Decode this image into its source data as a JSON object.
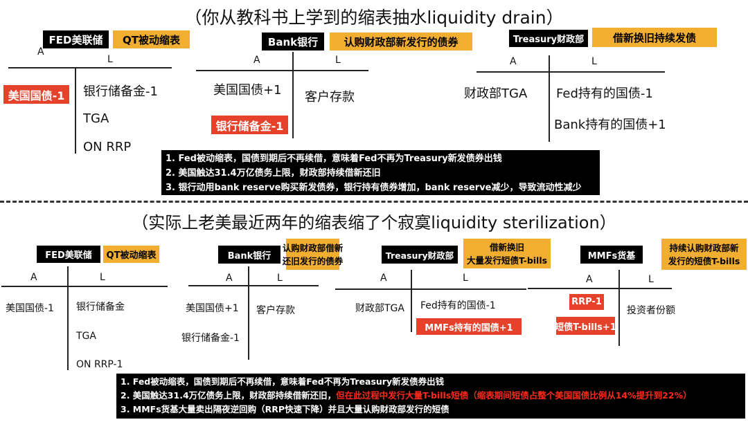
{
  "top": {
    "title": "（你从教科书上学到的缩表抽水liquidity drain）",
    "fed": {
      "name": "FED美联储",
      "tag": "QT被动缩表",
      "a": "A",
      "l": "L",
      "assets": [
        "美国国债-1"
      ],
      "liabilities": [
        "银行储备金-1",
        "TGA",
        "ON RRP"
      ]
    },
    "bank": {
      "name": "Bank银行",
      "tag": "认购财政部新发行的债券",
      "a": "A",
      "l": "L",
      "assets": [
        "美国国债+1",
        "银行储备金-1"
      ],
      "liabilities": [
        "客户存款"
      ]
    },
    "treasury": {
      "name": "Treasury财政部",
      "tag": "借新换旧持续发债",
      "a": "A",
      "l": "L",
      "assets": [
        "财政部TGA"
      ],
      "liabilities": [
        "Fed持有的国债-1",
        "Bank持有的国债+1"
      ]
    },
    "notes": [
      "1. Fed被动缩表，国债到期后不再续借，意味着Fed不再为Treasury新发债券出钱",
      "2. 美国触达31.4万亿债务上限，财政部持续借新还旧",
      "3. 银行动用bank reserve购买新发债券，银行持有债券增加，bank reserve减少，导致流动性减少"
    ]
  },
  "bottom": {
    "title": "（实际上老美最近两年的缩表缩了个寂寞liquidity sterilization）",
    "fed": {
      "name": "FED美联储",
      "tag": "QT被动缩表",
      "a": "A",
      "l": "L",
      "assets": [
        "美国国债-1"
      ],
      "liabilities": [
        "银行储备金",
        "TGA",
        "ON RRP-1"
      ]
    },
    "bank": {
      "name": "Bank银行",
      "tag1": "认购财政部借新",
      "tag2": "还旧发行的债券",
      "a": "A",
      "l": "L",
      "assets": [
        "美国国债+1",
        "银行储备金-1"
      ],
      "liabilities": [
        "客户存款"
      ]
    },
    "treasury": {
      "name": "Treasury财政部",
      "tag1": "借新换旧",
      "tag2": "大量发行短债T-bills",
      "a": "A",
      "l": "L",
      "assets": [
        "财政部TGA"
      ],
      "liabilities": [
        "Fed持有的国债-1",
        "MMFs持有的国债+1"
      ]
    },
    "mmfs": {
      "name": "MMFs货基",
      "tag1": "持续认购财政部新",
      "tag2": "发行的短债T-bills",
      "a": "A",
      "l": "L",
      "assets": [
        "RRP-1",
        "短债T-bills+1"
      ],
      "liabilities": [
        "投资者份额"
      ]
    },
    "notes": {
      "n1": "1. Fed被动缩表，国债到期后不再续借，意味着Fed不再为Treasury新发债券出钱",
      "n2a": "2. 美国触达31.4万亿债务上限，财政部持续借新还旧，",
      "n2b": "但在此过程中发行大量T-bills短债（缩表期间短债占整个美国国债比例从14%提升到22%）",
      "n3": "3. MMFs货基大量卖出隔夜逆回购（RRP快速下降）并且大量认购财政部发行的短债"
    }
  },
  "colors": {
    "orange": "#f2ae30",
    "red": "#e5412b",
    "black": "#000000"
  }
}
